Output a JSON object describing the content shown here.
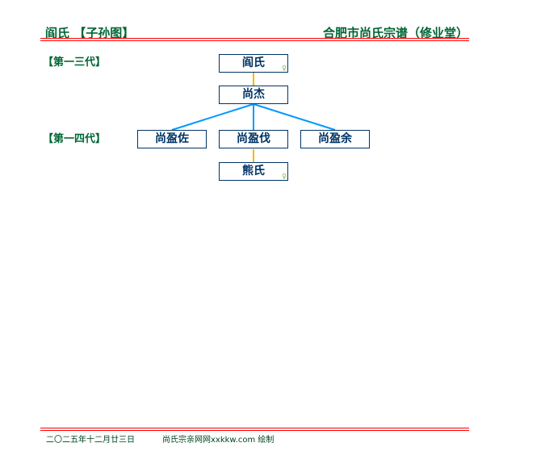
{
  "header": {
    "left_title": "阎氏 【子孙图】",
    "right_title": "合肥市尚氏宗谱（修业堂）"
  },
  "generations": [
    "【第一三代】",
    "【第一四代】"
  ],
  "persons": {
    "root": {
      "name": "阎氏",
      "gender": "♀"
    },
    "father": {
      "name": "尚杰"
    },
    "child1": {
      "name": "尚盈佐"
    },
    "child2": {
      "name": "尚盈伐"
    },
    "child3": {
      "name": "尚盈余"
    },
    "spouse2": {
      "name": "熊氏",
      "gender": "♀"
    }
  },
  "colors": {
    "spouse_line": "#f2b800",
    "child_line": "#0099ff"
  },
  "footer": {
    "date": "二〇二五年十二月廿三日",
    "credit": "尚氏宗亲网网xxkkw.com 绘制"
  }
}
